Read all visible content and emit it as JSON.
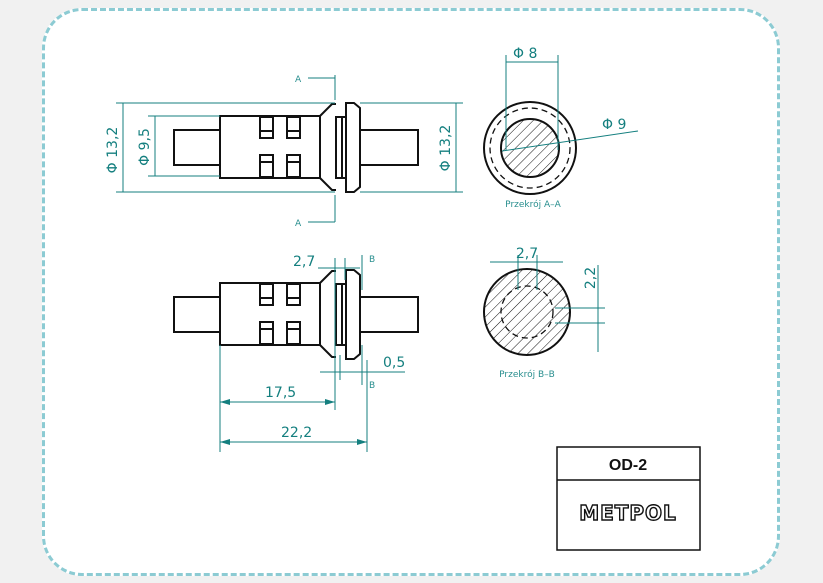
{
  "drawing": {
    "top_view": {
      "section_mark": "A",
      "dim_outer_left": "Φ 13,2",
      "dim_inner": "Φ 9,5",
      "dim_outer_right": "Φ 13,2"
    },
    "bottom_view": {
      "section_mark": "B",
      "dim_slot": "2,7",
      "dim_gap": "0,5",
      "dim_len1": "17,5",
      "dim_len2": "22,2"
    },
    "section_a": {
      "dim_inner": "Φ 8",
      "dim_outer": "Φ 9",
      "label": "Przekrój A–A"
    },
    "section_b": {
      "dim_width": "2,7",
      "dim_height": "2,2",
      "label": "Przekrój B–B"
    },
    "title_block": {
      "part": "OD-2",
      "company": "METPOL"
    }
  },
  "colors": {
    "dimension": "#147f7f",
    "frame": "#8ccbd3"
  }
}
